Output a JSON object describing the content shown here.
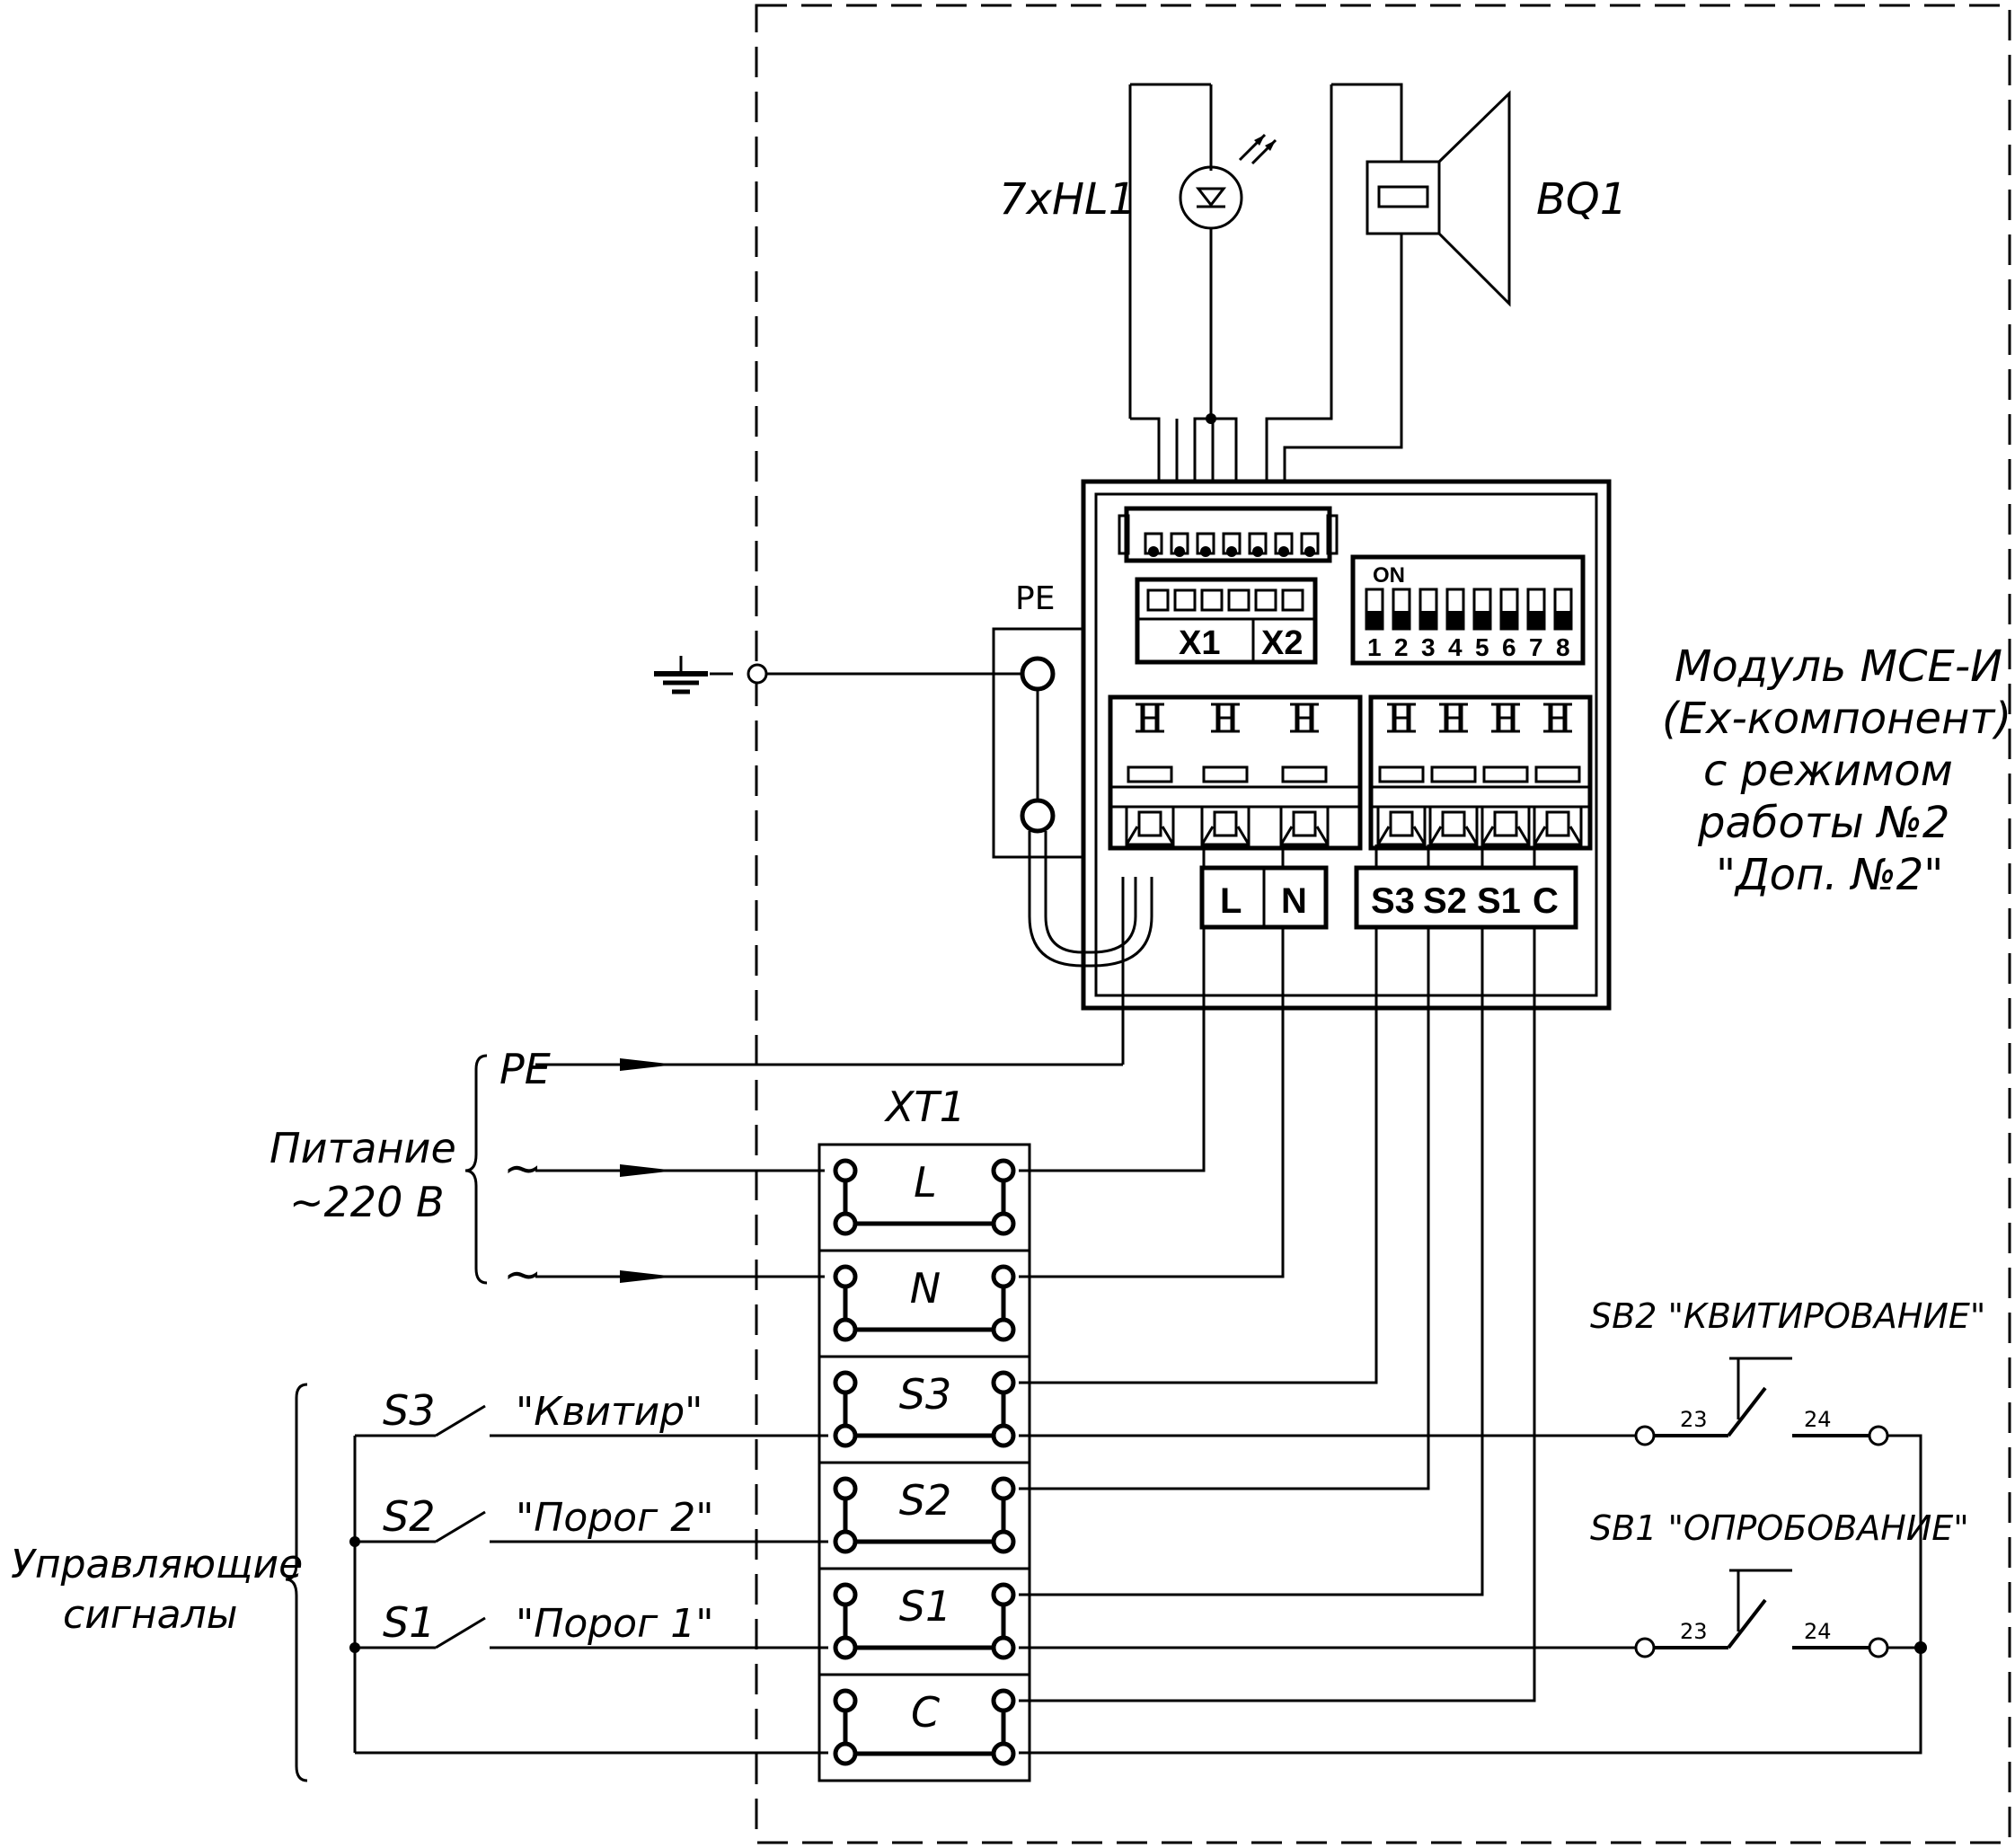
{
  "labels": {
    "led": "7xHL1",
    "buzzer": "BQ1",
    "pe_top": "PE",
    "conn_x1": "X1",
    "conn_x2": "X2",
    "dip_on": "ON",
    "dip_numbers": [
      "1",
      "2",
      "3",
      "4",
      "5",
      "6",
      "7",
      "8"
    ],
    "power_terms": [
      "L",
      "N"
    ],
    "signal_terms": [
      "S3",
      "S2",
      "S1",
      "C"
    ],
    "module_desc": [
      "Модуль МСЕ-И",
      "(Ex-компонент)",
      "с режимом",
      "работы №2",
      "\"Доп. №2\""
    ],
    "pe_in": "PE",
    "power_caption": [
      "Питание",
      "~220 В"
    ],
    "tilde": "~",
    "xt1": "XT1",
    "xt1_terms": [
      "L",
      "N",
      "S3",
      "S2",
      "S1",
      "C"
    ],
    "signals_caption": [
      "Управляющие",
      "сигналы"
    ],
    "sw_names": [
      "S3",
      "S2",
      "S1"
    ],
    "sw_captions": [
      "\"Квитир\"",
      "\"Порог 2\"",
      "\"Порог 1\""
    ],
    "sb2": "SB2 \"КВИТИРОВАНИЕ\"",
    "sb1": "SB1 \"ОПРОБОВАНИЕ\"",
    "pin23": "23",
    "pin24": "24"
  }
}
